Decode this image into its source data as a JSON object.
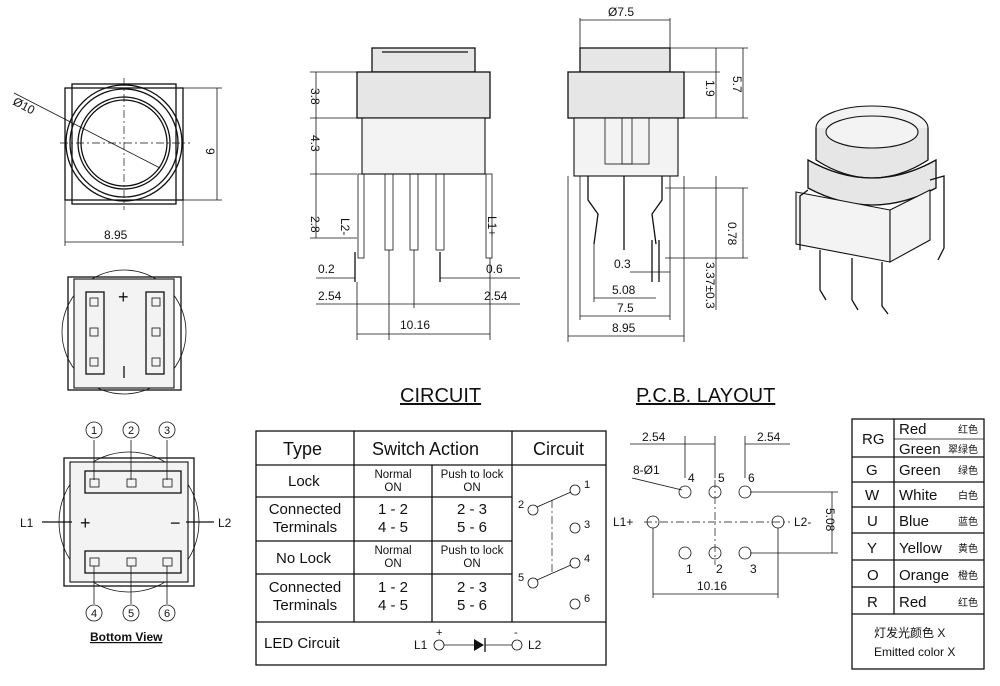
{
  "dims": {
    "front_dia": "Ø10",
    "front_h": "9",
    "front_w": "8.95",
    "side_38": "3.8",
    "side_43": "4.3",
    "side_28": "2.8",
    "side_02": "0.2",
    "side_06": "0.6",
    "side_254a": "2.54",
    "side_254b": "2.54",
    "side_1016": "10.16",
    "l2_minus": "L2-",
    "l1_plus": "L1+",
    "r_75": "Ø7.5",
    "r_19": "1.9",
    "r_57": "5.7",
    "r_078": "0.78",
    "r_03": "0.3",
    "r_508": "5.08",
    "r_337": "3.37±0.3",
    "r_75b": "7.5",
    "r_895": "8.95"
  },
  "bottom_view": {
    "label": "Bottom View",
    "l1": "L1",
    "l2": "L2",
    "plus": "+",
    "minus": "−",
    "pins": [
      "1",
      "2",
      "3",
      "4",
      "5",
      "6"
    ]
  },
  "circuit": {
    "title": "CIRCUIT",
    "headers": [
      "Type",
      "Switch Action",
      "Circuit"
    ],
    "rows": [
      {
        "type": "Lock",
        "a": "Normal\nON",
        "b": "Push to lock\nON"
      },
      {
        "type": "Connected\nTerminals",
        "a": "1 - 2\n4 - 5",
        "b": "2 - 3\n5 - 6"
      },
      {
        "type": "No Lock",
        "a": "Normal\nON",
        "b": "Push to lock\nON"
      },
      {
        "type": "Connected\nTerminals",
        "a": "1 - 2\n4 - 5",
        "b": "2 - 3\n5 - 6"
      }
    ],
    "led_label": "LED Circuit",
    "led_l1": "L1",
    "led_l2": "L2",
    "pins": [
      "1",
      "2",
      "3",
      "4",
      "5",
      "6"
    ]
  },
  "pcb": {
    "title": "P.C.B. LAYOUT",
    "d1": "2.54",
    "d2": "2.54",
    "holes": "8-Ø1",
    "l1": "L1+",
    "l2": "L2-",
    "v508": "5.08",
    "w1016": "10.16",
    "pins_top": [
      "4",
      "5",
      "6"
    ],
    "pins_bot": [
      "1",
      "2",
      "3"
    ]
  },
  "colors": {
    "rows": [
      {
        "code": "RG",
        "en": "Red",
        "cn": "红色"
      },
      {
        "code": "",
        "en": "Green",
        "cn": "翠绿色"
      },
      {
        "code": "G",
        "en": "Green",
        "cn": "绿色"
      },
      {
        "code": "W",
        "en": "White",
        "cn": "白色"
      },
      {
        "code": "U",
        "en": "Blue",
        "cn": "蓝色"
      },
      {
        "code": "Y",
        "en": "Yellow",
        "cn": "黄色"
      },
      {
        "code": "O",
        "en": "Orange",
        "cn": "橙色"
      },
      {
        "code": "R",
        "en": "Red",
        "cn": "红色"
      }
    ],
    "footer_cn": "灯发光颜色 X",
    "footer_en": "Emitted color X"
  }
}
